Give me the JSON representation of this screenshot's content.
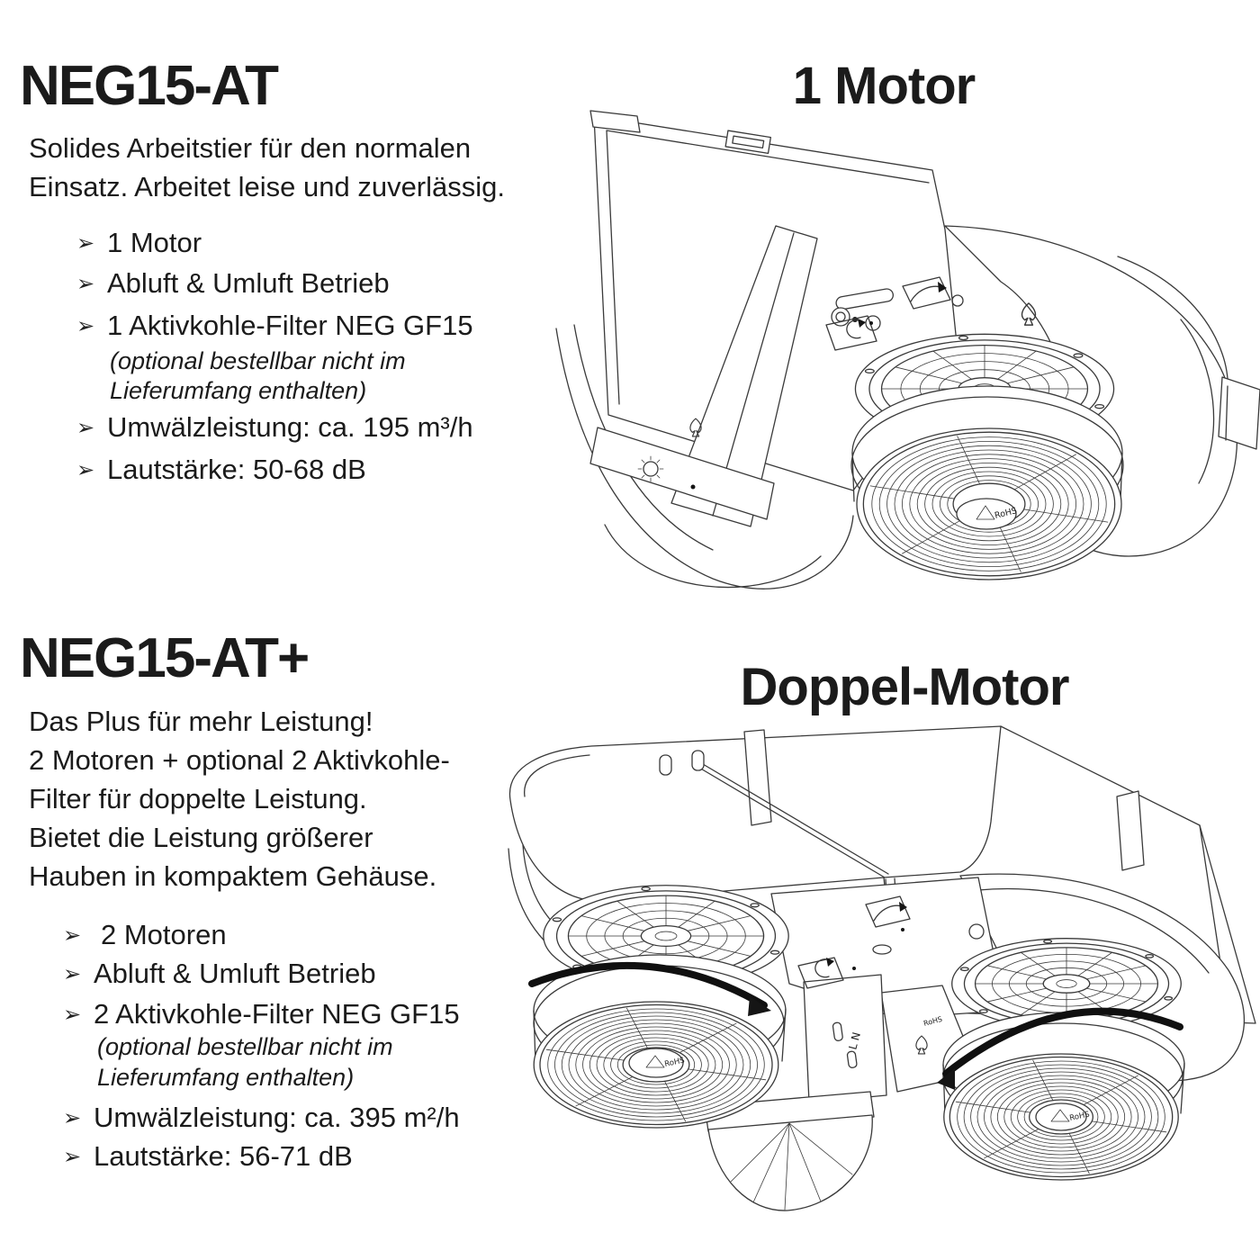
{
  "page": {
    "background": "#ffffff",
    "text_color": "#1b1b1b",
    "drawing_line_color": "#3a3a3a",
    "rotation_arrow_color": "#101010"
  },
  "shared": {
    "bullet_char": "➢"
  },
  "sections": [
    {
      "title": "NEG15-AT",
      "intro": [
        "Solides Arbeitstier für den normalen",
        "Einsatz. Arbeitet leise und zuverlässig."
      ],
      "bullets": [
        {
          "text": "1 Motor"
        },
        {
          "text": "Abluft & Umluft Betrieb"
        },
        {
          "text": "1 Aktivkohle-Filter NEG GF15",
          "note": [
            "(optional bestellbar nicht im",
            "Lieferumfang enthalten)"
          ]
        },
        {
          "text": "Umwälzleistung: ca. 195 m³/h"
        },
        {
          "text": "Lautstärke: 50-68 dB"
        }
      ],
      "figure_title": "1 Motor"
    },
    {
      "title": "NEG15-AT+",
      "intro": [
        "Das Plus für mehr Leistung!",
        "2 Motoren + optional 2 Aktivkohle-",
        "Filter für doppelte Leistung.",
        "Bietet die Leistung größerer",
        "Hauben in kompaktem Gehäuse."
      ],
      "bullets": [
        {
          "text": "2 Motoren"
        },
        {
          "text": "Abluft & Umluft Betrieb"
        },
        {
          "text": "2 Aktivkohle-Filter NEG GF15",
          "note": [
            "(optional bestellbar nicht im",
            "Lieferumfang enthalten)"
          ]
        },
        {
          "text": "Umwälzleistung: ca. 395 m²/h"
        },
        {
          "text": "Lautstärke: 56-71 dB"
        }
      ],
      "figure_title": "Doppel-Motor"
    }
  ],
  "drawing_labels": {
    "filter_label": "RoHS",
    "terminal_label": "L N"
  }
}
